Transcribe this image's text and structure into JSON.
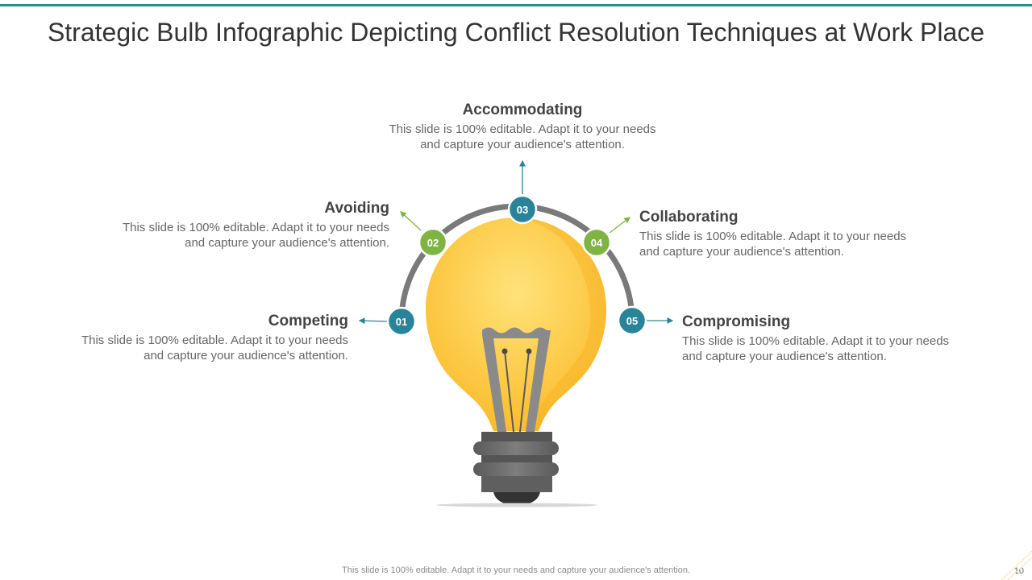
{
  "title": "Strategic Bulb Infographic Depicting Conflict Resolution Techniques at Work Place",
  "colors": {
    "teal": "#2a8499",
    "green": "#7db442",
    "arc": "#7a7a7a",
    "bulb_yellow": "#fbbc2c",
    "bulb_glow": "#ffe37a",
    "base_dark": "#5f5f5f"
  },
  "techniques": [
    {
      "number": "01",
      "heading": "Competing",
      "description": "This slide is 100% editable. Adapt it to your needs and capture your audience's attention.",
      "color": "teal"
    },
    {
      "number": "02",
      "heading": "Avoiding",
      "description": "This slide is 100% editable. Adapt it to your needs and capture your audience's attention.",
      "color": "green"
    },
    {
      "number": "03",
      "heading": "Accommodating",
      "description": "This slide is 100% editable. Adapt it to your needs and capture your audience's attention.",
      "color": "teal"
    },
    {
      "number": "04",
      "heading": "Collaborating",
      "description": "This slide is 100% editable. Adapt it to your needs and capture your audience's attention.",
      "color": "green"
    },
    {
      "number": "05",
      "heading": "Compromising",
      "description": "This slide is 100% editable. Adapt it to your needs and capture your audience's attention.",
      "color": "teal"
    }
  ],
  "footer": "This slide is 100% editable. Adapt it to your needs and capture your audience's attention.",
  "page_number": "10",
  "icons": [
    "light-bulb-icon"
  ]
}
